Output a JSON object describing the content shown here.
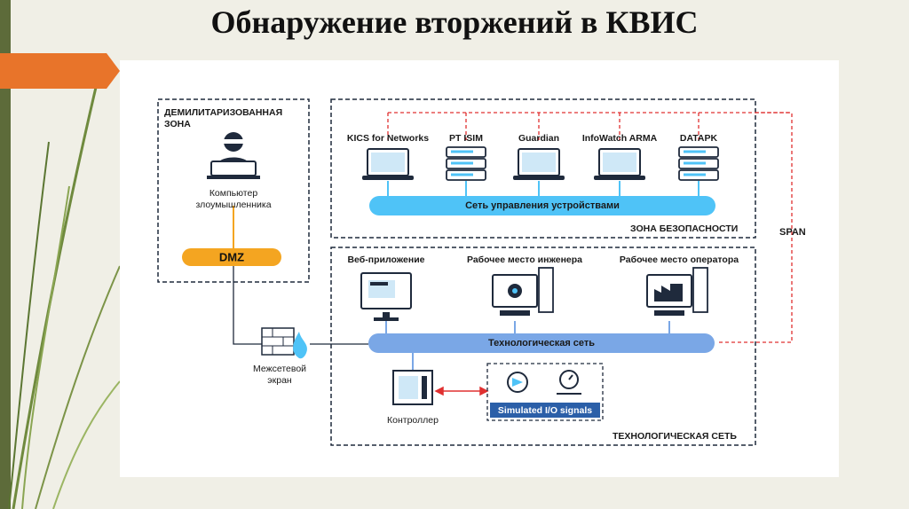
{
  "slide": {
    "title": "Обнаружение вторжений в КВИС"
  },
  "dmz_zone": {
    "title_line1": "ДЕМИЛИТАРИЗОВАННАЯ",
    "title_line2": "ЗОНА",
    "attacker_line1": "Компьютер",
    "attacker_line2": "злоумышленника",
    "dmz_label": "DMZ"
  },
  "security_zone": {
    "title": "ЗОНА БЕЗОПАСНОСТИ",
    "devices": [
      "KICS for Networks",
      "PT ISIM",
      "Guardian",
      "InfoWatch ARMA",
      "DATAPK"
    ],
    "bus_label": "Сеть управления устройствами",
    "span_label": "SPAN"
  },
  "tech_zone": {
    "title": "ТЕХНОЛОГИЧЕСКАЯ СЕТЬ",
    "workstations": [
      "Веб-приложение",
      "Рабочее место инженера",
      "Рабочее место оператора"
    ],
    "bus_label": "Технологическая сеть",
    "controller_label": "Контроллер",
    "signals_label": "Simulated I/O signals"
  },
  "firewall": {
    "line1": "Межсетевой",
    "line2": "экран"
  },
  "colors": {
    "bus_blue": "#4fc3f7",
    "tech_bus": "#7aa7e6",
    "dmz_orange": "#f4a521",
    "span_red": "#e03030",
    "signals_blue": "#2b5fa8",
    "frame_dark": "#1f2a3c"
  }
}
